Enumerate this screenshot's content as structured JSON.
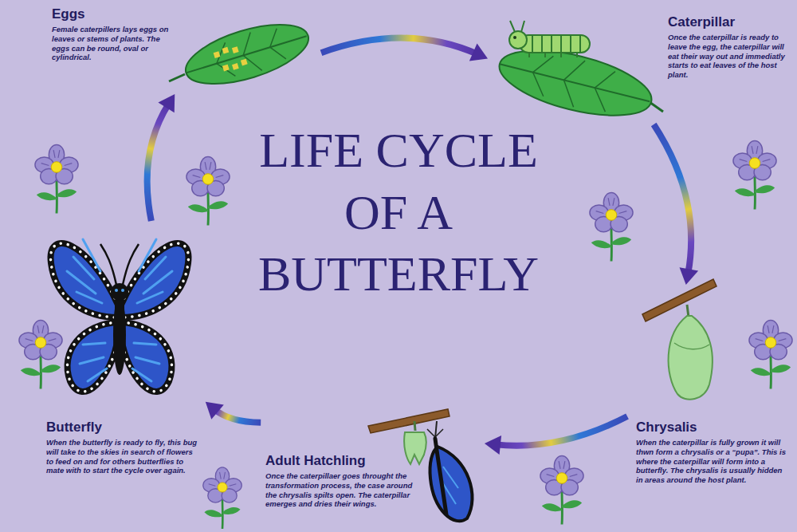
{
  "diagram": {
    "title": "LIFE CYCLE OF A BUTTERFLY",
    "nodes": [
      {
        "text": [
          "Eggs",
          "Female caterpillers lays eggs on leaves or stems of plants. The eggs can be round, oval or cylindrical."
        ]
      },
      {
        "text": [
          "Caterpillar",
          "Once the caterpillar is ready to leave the egg, the caterpillar will eat their way out and immediatly starts to eat leaves of the host plant."
        ]
      },
      {
        "text": [
          "Chrysalis",
          "When the caterpillar is fully grown it will thwn form a chrysalis or a “pupa”. This is where the caterpillar will form into a butterfly. The chrysalis is usually hidden in areas around the host plant."
        ]
      },
      {
        "text": [
          "Adult Hatchling",
          "Once the caterpillaer goes throught the transformation process, the case around the chrysalis spilts open. The caterpillar emerges and dries their wings."
        ]
      },
      {
        "text": [
          "Butterfly",
          "When the butterfly is ready to fly, this bug will take to the skies in search of flowers to feed on and for others butterflies to mate with to start the cycle over again."
        ]
      }
    ],
    "edges": [
      {
        "from": 0,
        "to": 1,
        "arrow": "to"
      },
      {
        "from": 1,
        "to": 2,
        "arrow": "to"
      },
      {
        "from": 2,
        "to": 3,
        "arrow": "to"
      },
      {
        "from": 3,
        "to": 4,
        "arrow": "to"
      },
      {
        "from": 4,
        "to": 0,
        "arrow": "to"
      }
    ]
  }
}
